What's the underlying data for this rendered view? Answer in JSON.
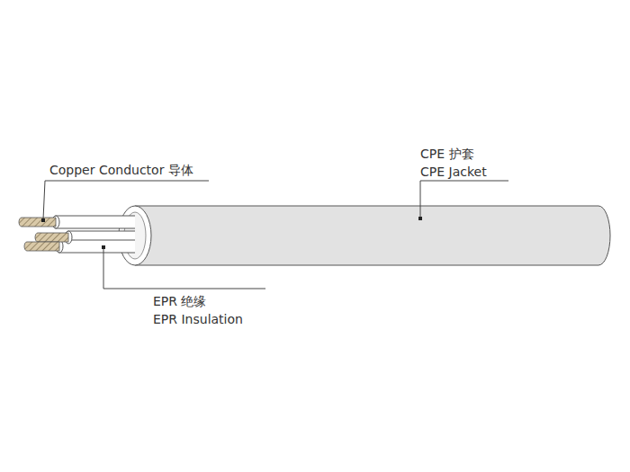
{
  "diagram": {
    "labels": [
      "Copper Conductor 导体",
      "CPE 护套",
      "CPE Jacket",
      "EPR 绝缘",
      "EPR Insulation"
    ]
  }
}
